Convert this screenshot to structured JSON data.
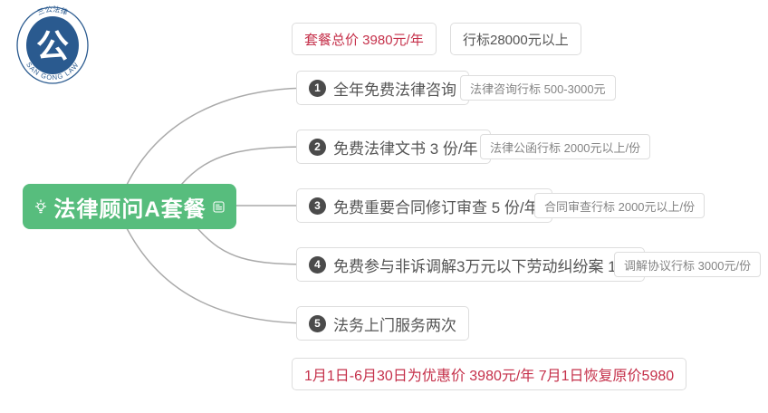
{
  "logo": {
    "top_text": "三公法律",
    "bottom_text": "SAN GONG LAW",
    "center_glyph": "公"
  },
  "root": {
    "label": "法律顾问A套餐",
    "icons": [
      "lightbulb-icon",
      "note-icon"
    ]
  },
  "top_nodes": [
    {
      "label": "套餐总价 3980元/年",
      "emphasis": "red"
    },
    {
      "label": "行标28000元以上",
      "emphasis": "none"
    }
  ],
  "branches": [
    {
      "num": "1",
      "label": "全年免费法律咨询",
      "child": "法律咨询行标 500-3000元"
    },
    {
      "num": "2",
      "label": "免费法律文书 3 份/年",
      "child": "法律公函行标 2000元以上/份"
    },
    {
      "num": "3",
      "label": "免费重要合同修订审查 5 份/年",
      "child": "合同审查行标 2000元以上/份"
    },
    {
      "num": "4",
      "label": "免费参与非诉调解3万元以下劳动纠纷案 1次",
      "child": "调解协议行标 3000元/份"
    },
    {
      "num": "5",
      "label": "法务上门服务两次"
    }
  ],
  "bottom_node": {
    "label": "1月1日-6月30日为优惠价 3980元/年 7月1日恢复原价5980",
    "emphasis": "red"
  },
  "colors": {
    "root_green": "#57bd7d",
    "price_red": "#c5304a",
    "node_border": "#dddddd",
    "node_text": "#555555",
    "child_text": "#848484",
    "badge_bg": "#4b4b4b",
    "logo_blue": "#2a5a8f",
    "connector_line": "#aaaaaa"
  }
}
